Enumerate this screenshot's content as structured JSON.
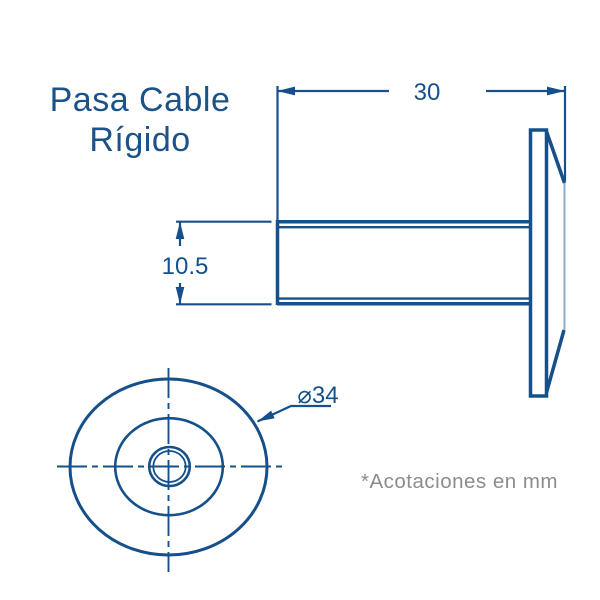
{
  "title": {
    "line1": "Pasa Cable",
    "line2": "Rígido"
  },
  "dimensions": {
    "shaft_length_mm": "30",
    "shaft_diameter_mm": "10.5",
    "flange_diameter_mm": "⌀34"
  },
  "footnote": "*Acotaciones en mm",
  "colors": {
    "drawing_blue": "#16508a",
    "light_blue": "#8aabce",
    "note_gray": "#8c8c8c",
    "background": "#ffffff"
  }
}
